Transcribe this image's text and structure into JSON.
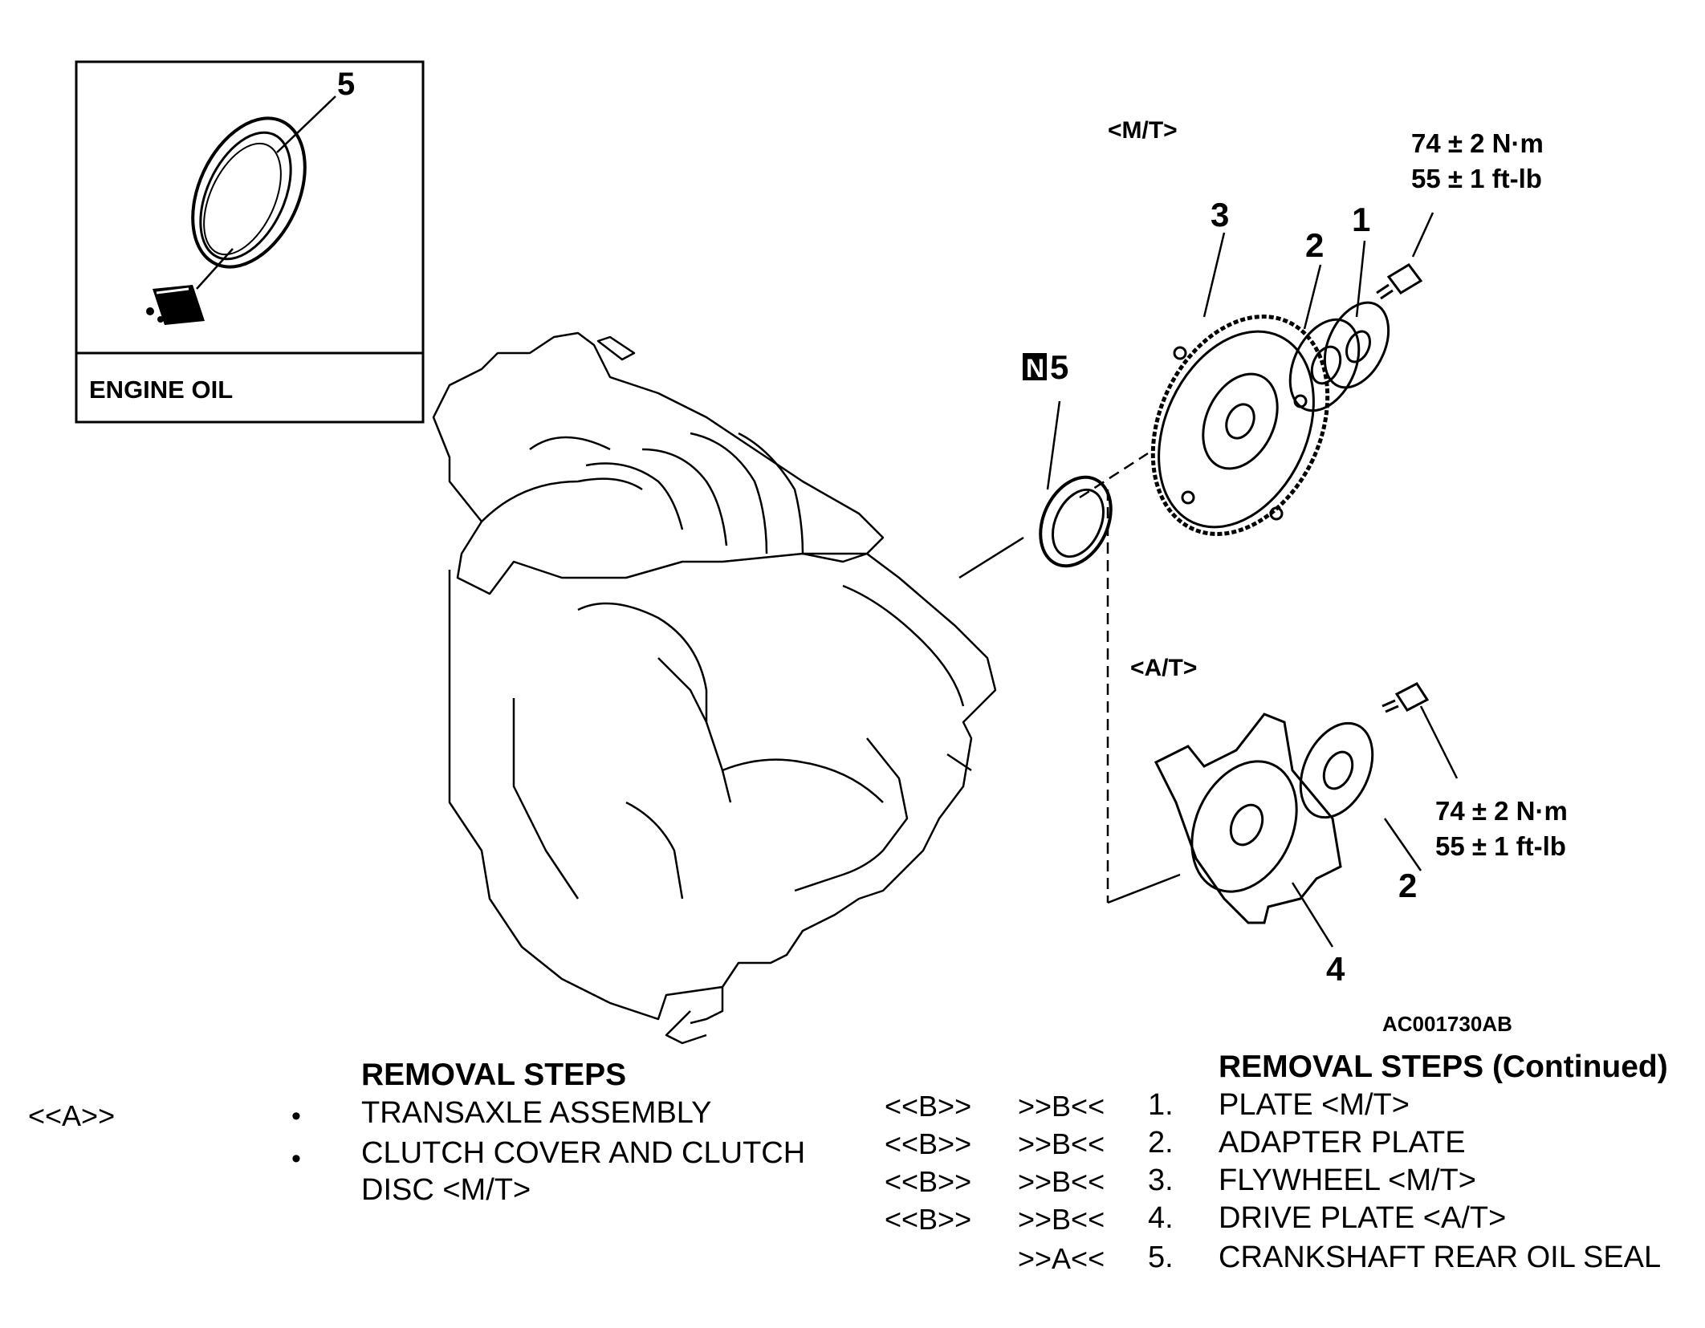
{
  "inset": {
    "part_number": "5",
    "caption": "ENGINE OIL"
  },
  "diagram": {
    "mt_label": "<M/T>",
    "at_label": "<A/T>",
    "torque_mt_line1": "74 ± 2 N·m",
    "torque_mt_line2": "55 ± 1 ft-lb",
    "torque_at_line1": "74 ± 2 N·m",
    "torque_at_line2": "55 ± 1 ft-lb",
    "callouts": {
      "c1": "1",
      "c2_mt": "2",
      "c3": "3",
      "c5_badge": "N",
      "c5": "5",
      "c2_at": "2",
      "c4": "4"
    },
    "figure_id": "AC001730AB"
  },
  "removal_steps": {
    "title": "REMOVAL STEPS",
    "marker": "<<A>>",
    "items": [
      {
        "bullet": "•",
        "text": "TRANSAXLE ASSEMBLY"
      },
      {
        "bullet": "•",
        "text_line1": "CLUTCH COVER AND CLUTCH",
        "text_line2": "DISC <M/T>"
      }
    ]
  },
  "removal_steps_continued": {
    "title": "REMOVAL STEPS (Continued)",
    "rows": [
      {
        "removal": "<<B>>",
        "install": ">>B<<",
        "num": "1.",
        "text": "PLATE <M/T>"
      },
      {
        "removal": "<<B>>",
        "install": ">>B<<",
        "num": "2.",
        "text": "ADAPTER PLATE"
      },
      {
        "removal": "<<B>>",
        "install": ">>B<<",
        "num": "3.",
        "text": "FLYWHEEL <M/T>"
      },
      {
        "removal": "<<B>>",
        "install": ">>B<<",
        "num": "4.",
        "text": "DRIVE PLATE <A/T>"
      },
      {
        "removal": "",
        "install": ">>A<<",
        "num": "5.",
        "text": "CRANKSHAFT REAR OIL SEAL"
      }
    ]
  }
}
